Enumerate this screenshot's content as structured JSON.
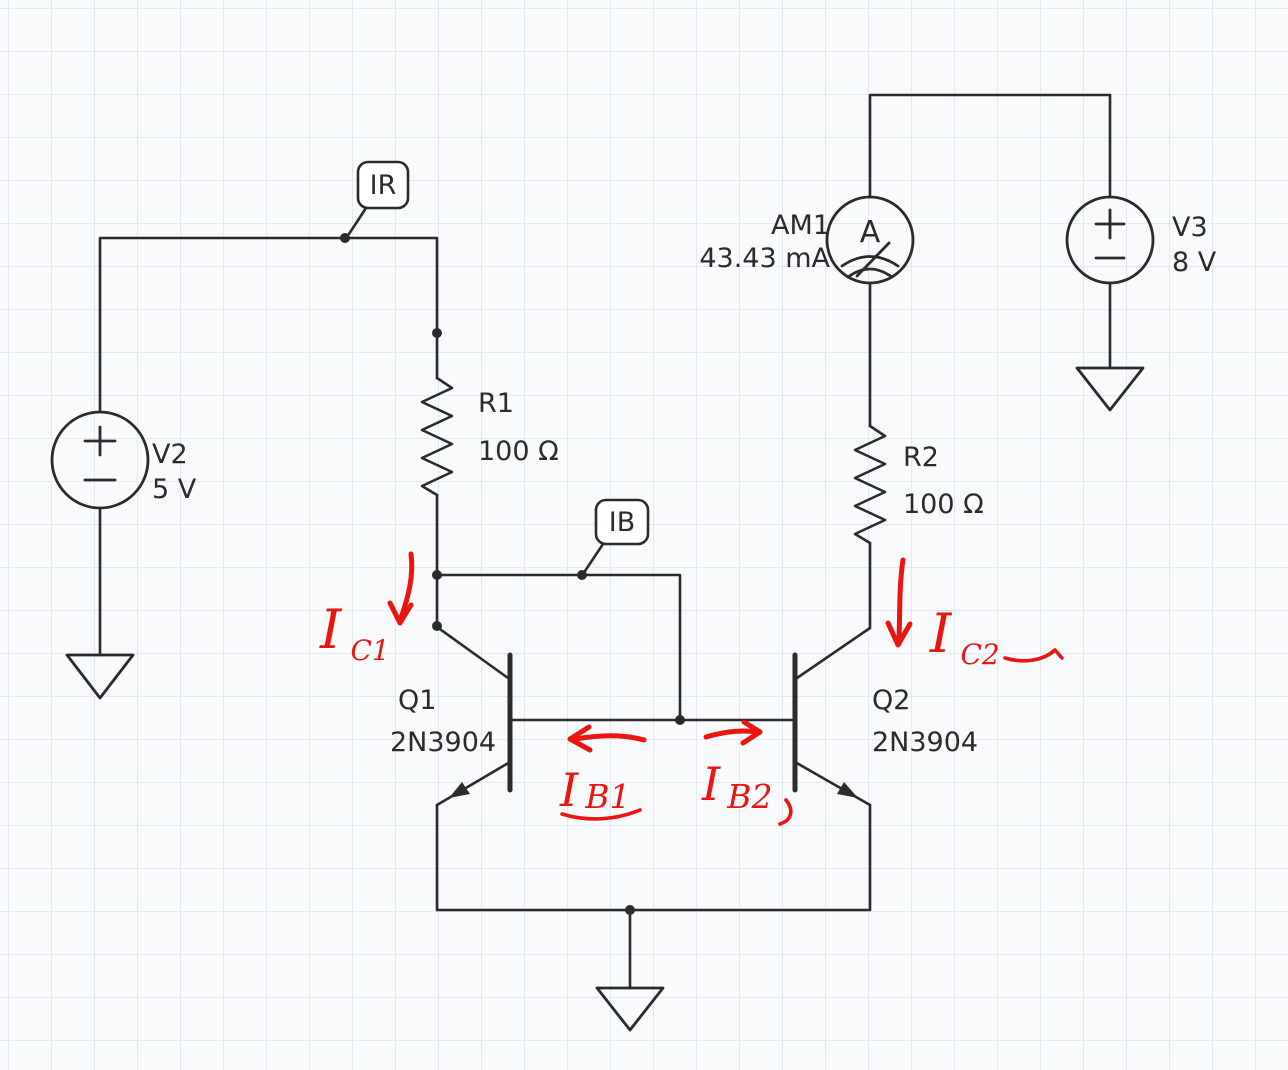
{
  "schematic": {
    "colors": {
      "background": "#f8fafb",
      "grid": "#e2e9f0",
      "wire": "#2b2b2b",
      "annotation": "#ea1410"
    },
    "probes": {
      "ir": "IR",
      "ib": "IB"
    },
    "sources": {
      "v2": {
        "ref": "V2",
        "value": "5 V"
      },
      "v3": {
        "ref": "V3",
        "value": "8 V"
      }
    },
    "resistors": {
      "r1": {
        "ref": "R1",
        "value": "100 Ω"
      },
      "r2": {
        "ref": "R2",
        "value": "100 Ω"
      }
    },
    "transistors": {
      "q1": {
        "ref": "Q1",
        "part": "2N3904"
      },
      "q2": {
        "ref": "Q2",
        "part": "2N3904"
      }
    },
    "ammeter": {
      "ref": "AM1",
      "reading": "43.43 mA",
      "dial": "A"
    },
    "annotations": {
      "ic1": {
        "main": "I",
        "sub": "C1"
      },
      "ic2": {
        "main": "I",
        "sub": "C2"
      },
      "ib1": {
        "main": "I",
        "sub": "B1"
      },
      "ib2": {
        "main": "I",
        "sub": "B2"
      }
    }
  }
}
